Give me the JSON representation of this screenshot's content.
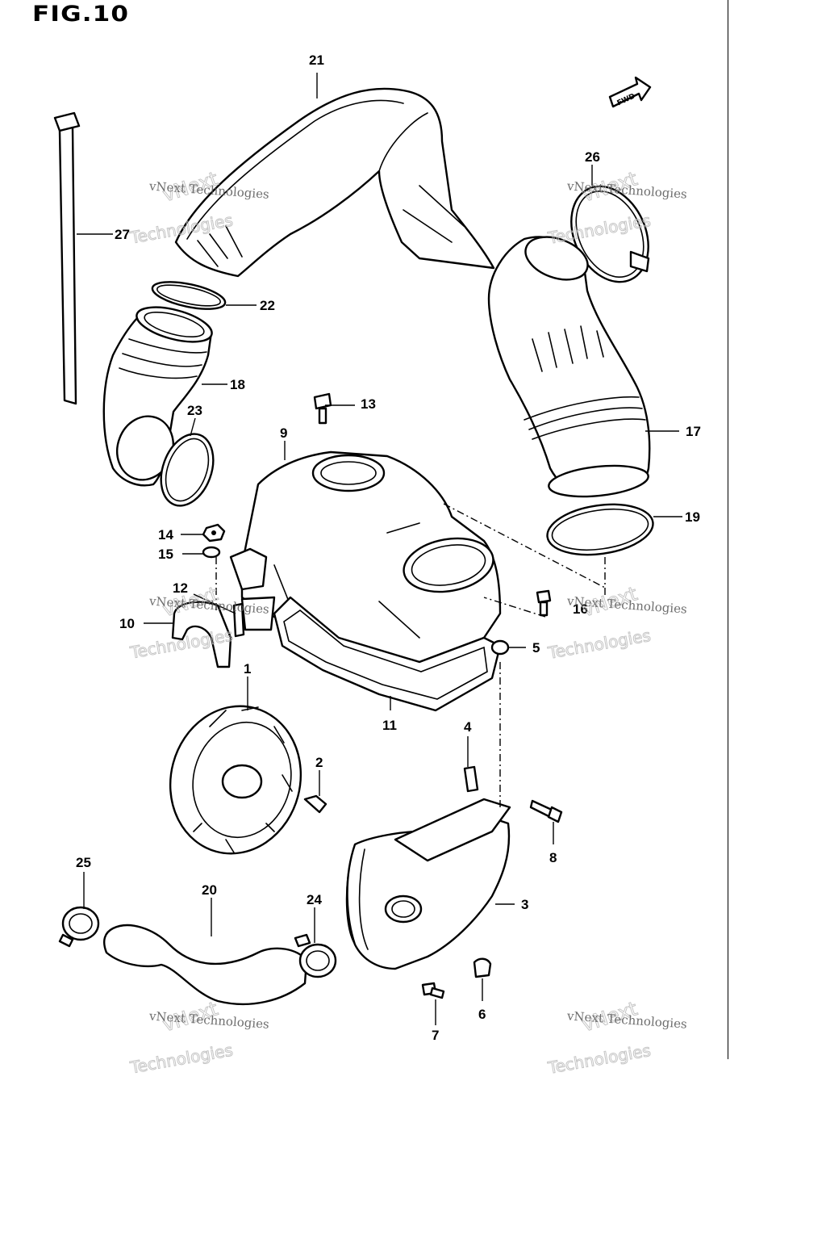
{
  "figure": {
    "title": "FIG.10"
  },
  "fwd_marker": "FWD",
  "callouts": [
    {
      "id": "1",
      "text": "1"
    },
    {
      "id": "2",
      "text": "2"
    },
    {
      "id": "3",
      "text": "3"
    },
    {
      "id": "4",
      "text": "4"
    },
    {
      "id": "5",
      "text": "5"
    },
    {
      "id": "6",
      "text": "6"
    },
    {
      "id": "7",
      "text": "7"
    },
    {
      "id": "8",
      "text": "8"
    },
    {
      "id": "9",
      "text": "9"
    },
    {
      "id": "10",
      "text": "10"
    },
    {
      "id": "11",
      "text": "11"
    },
    {
      "id": "12",
      "text": "12"
    },
    {
      "id": "13",
      "text": "13"
    },
    {
      "id": "14",
      "text": "14"
    },
    {
      "id": "15",
      "text": "15"
    },
    {
      "id": "16",
      "text": "16"
    },
    {
      "id": "17",
      "text": "17"
    },
    {
      "id": "18",
      "text": "18"
    },
    {
      "id": "19",
      "text": "19"
    },
    {
      "id": "20",
      "text": "20"
    },
    {
      "id": "21",
      "text": "21"
    },
    {
      "id": "22",
      "text": "22"
    },
    {
      "id": "23",
      "text": "23"
    },
    {
      "id": "24",
      "text": "24"
    },
    {
      "id": "25",
      "text": "25"
    },
    {
      "id": "26",
      "text": "26"
    },
    {
      "id": "27",
      "text": "27"
    }
  ],
  "watermark": {
    "line1": "vNext",
    "line2": "vNext Technologies",
    "line3": "Technologies"
  }
}
